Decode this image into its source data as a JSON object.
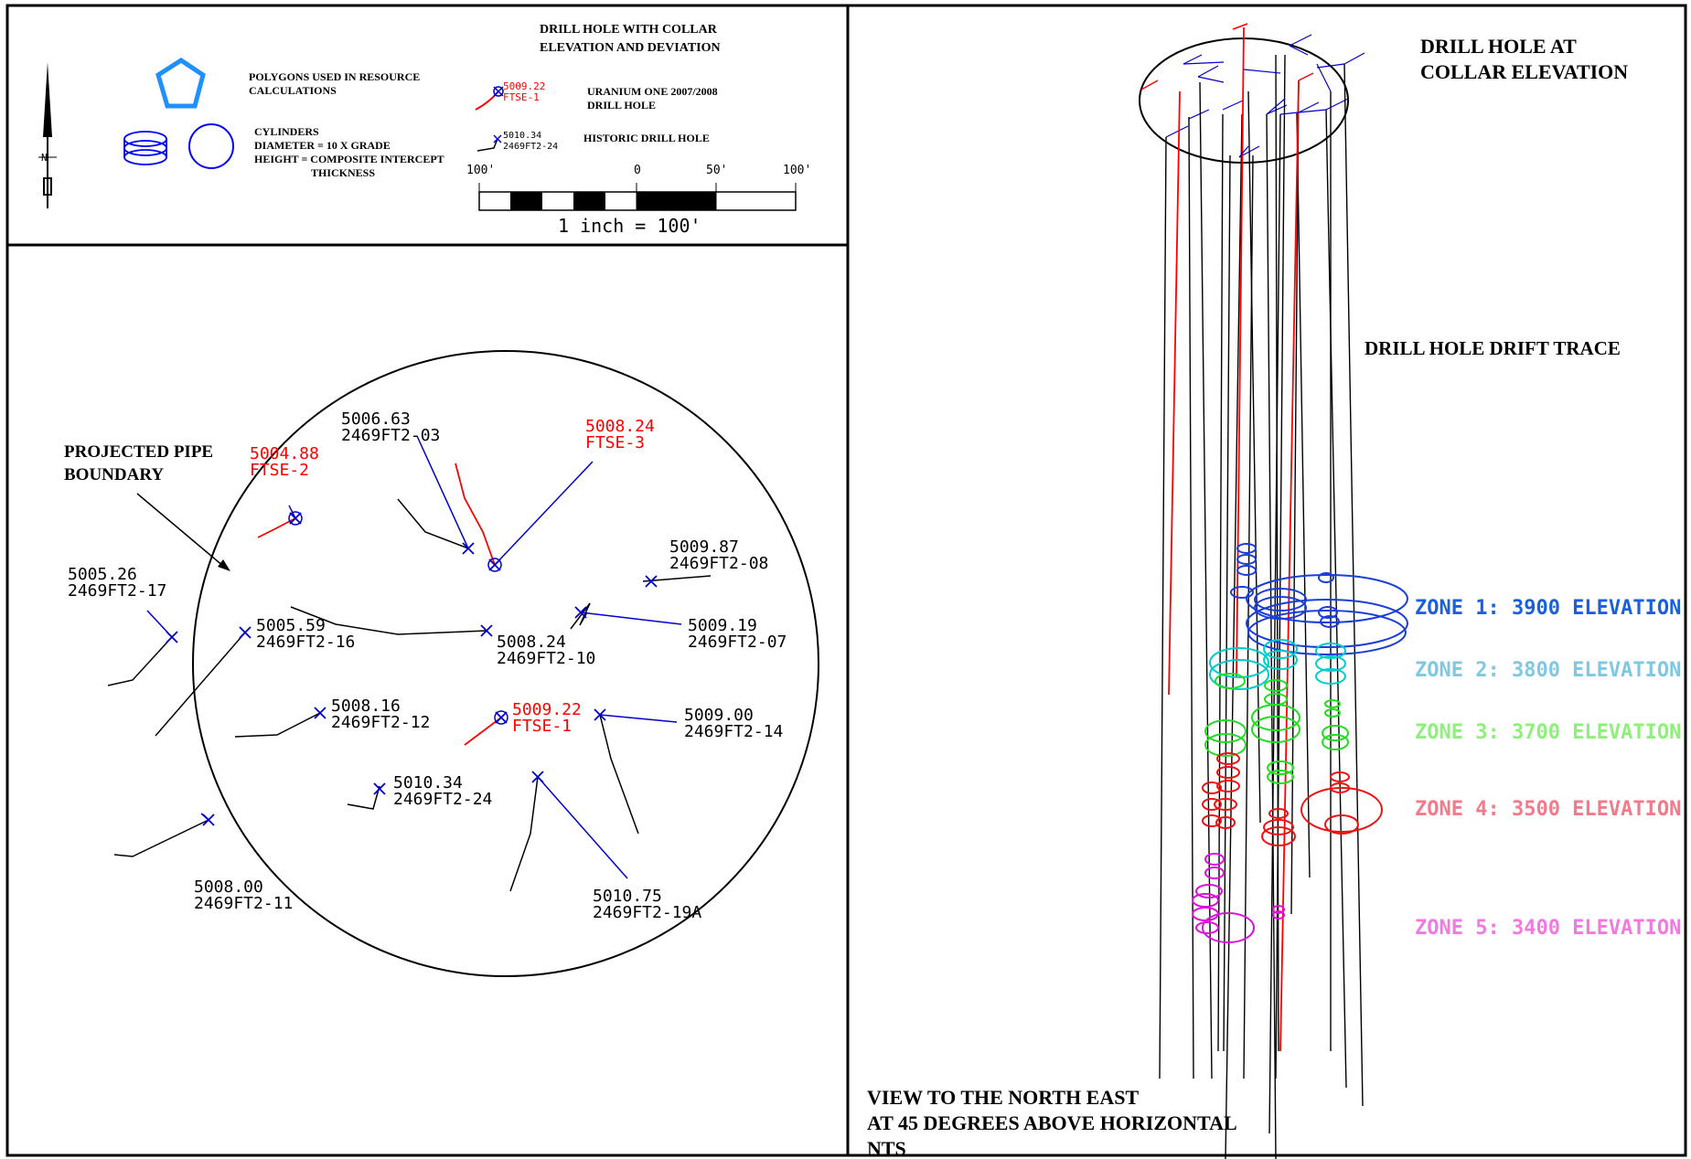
{
  "legend": {
    "polygons_label": [
      "POLYGONS USED IN RESOURCE",
      "CALCULATIONS"
    ],
    "cylinders_label": [
      "CYLINDERS",
      "DIAMETER = 10 X GRADE",
      "HEIGHT = COMPOSITE INTERCEPT",
      "THICKNESS"
    ],
    "drill_hole_title": [
      "DRILL HOLE WITH COLLAR",
      "ELEVATION AND DEVIATION"
    ],
    "uranium_one": {
      "elev": "5009.22",
      "id": "FTSE-1",
      "label": [
        "URANIUM ONE 2007/2008",
        "DRILL HOLE"
      ]
    },
    "historic": {
      "elev": "5010.34",
      "id": "2469FT2-24",
      "label": "HISTORIC DRILL HOLE"
    },
    "scale": {
      "ticks": [
        "100'",
        "0",
        "50'",
        "100'"
      ],
      "caption": "1 inch  =   100'"
    },
    "north_label": "N"
  },
  "plan_view": {
    "boundary_label": [
      "PROJECTED PIPE",
      "BOUNDARY"
    ],
    "holes": [
      {
        "elev": "5006.63",
        "id": "2469FT2-03",
        "type": "historic"
      },
      {
        "elev": "5008.24",
        "id": "FTSE-3",
        "type": "uranium_one"
      },
      {
        "elev": "5004.88",
        "id": "FTSE-2",
        "type": "uranium_one"
      },
      {
        "elev": "5009.87",
        "id": "2469FT2-08",
        "type": "historic"
      },
      {
        "elev": "5005.26",
        "id": "2469FT2-17",
        "type": "historic"
      },
      {
        "elev": "5005.59",
        "id": "2469FT2-16",
        "type": "historic"
      },
      {
        "elev": "5008.24",
        "id": "2469FT2-10",
        "type": "historic"
      },
      {
        "elev": "5009.19",
        "id": "2469FT2-07",
        "type": "historic"
      },
      {
        "elev": "5008.16",
        "id": "2469FT2-12",
        "type": "historic"
      },
      {
        "elev": "5009.22",
        "id": "FTSE-1",
        "type": "uranium_one"
      },
      {
        "elev": "5009.00",
        "id": "2469FT2-14",
        "type": "historic"
      },
      {
        "elev": "5010.34",
        "id": "2469FT2-24",
        "type": "historic"
      },
      {
        "elev": "5008.00",
        "id": "2469FT2-11",
        "type": "historic"
      },
      {
        "elev": "5010.75",
        "id": "2469FT2-19A",
        "type": "historic"
      }
    ]
  },
  "section_view": {
    "collar_label": [
      "DRILL HOLE AT",
      "COLLAR ELEVATION"
    ],
    "drift_label": "DRILL HOLE DRIFT TRACE",
    "view_label": [
      "VIEW TO THE NORTH EAST",
      "AT 45 DEGREES ABOVE HORIZONTAL",
      "NTS"
    ],
    "zones": [
      {
        "label": "ZONE 1: 3900 ELEVATION",
        "color": "#1a5fe0"
      },
      {
        "label": "ZONE 2: 3800 ELEVATION",
        "color": "#7ec8e3"
      },
      {
        "label": "ZONE 3: 3700 ELEVATION",
        "color": "#8ef07a"
      },
      {
        "label": "ZONE 4: 3500 ELEVATION",
        "color": "#f27a8a"
      },
      {
        "label": "ZONE 5: 3400 ELEVATION",
        "color": "#f07ae0"
      }
    ]
  },
  "colors": {
    "historic": "#0000cc",
    "uranium_one": "#ff0000",
    "trace": "#000000"
  }
}
